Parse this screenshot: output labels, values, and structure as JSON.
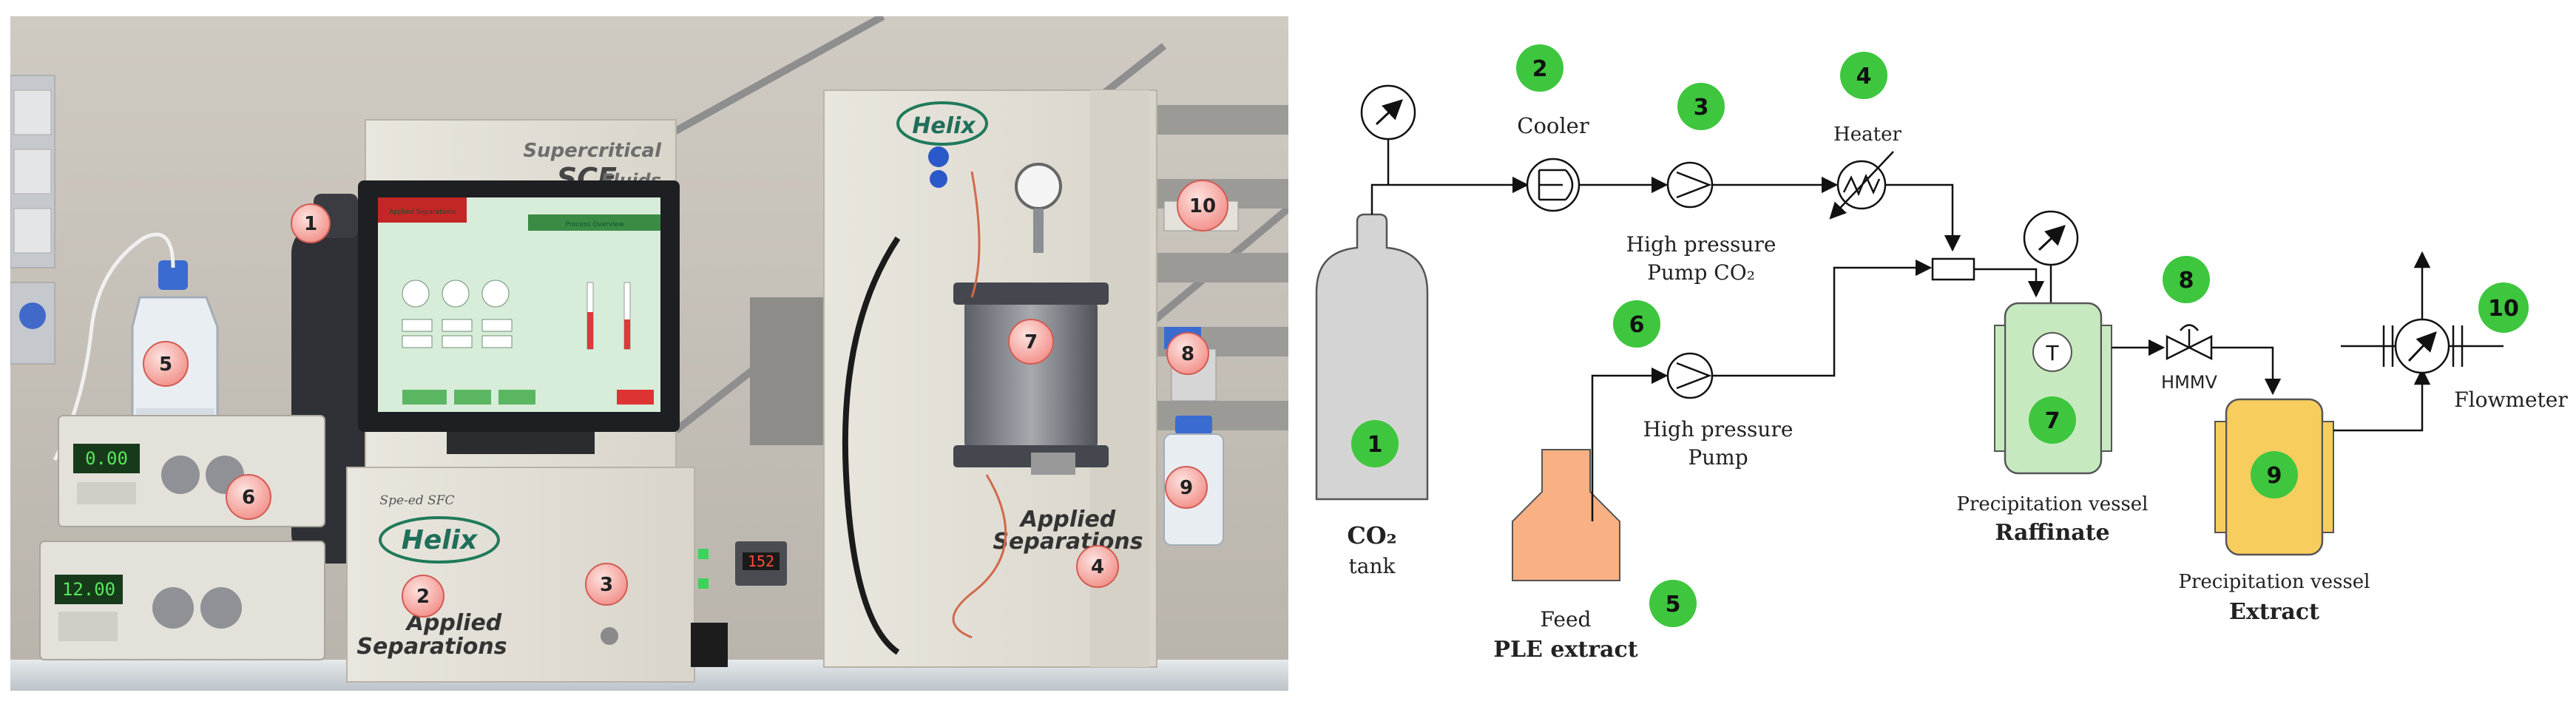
{
  "photo": {
    "markers": [
      {
        "id": "1",
        "label": "1"
      },
      {
        "id": "2",
        "label": "2"
      },
      {
        "id": "3",
        "label": "3"
      },
      {
        "id": "4",
        "label": "4"
      },
      {
        "id": "5",
        "label": "5"
      },
      {
        "id": "6",
        "label": "6"
      },
      {
        "id": "7",
        "label": "7"
      },
      {
        "id": "8",
        "label": "8"
      },
      {
        "id": "9",
        "label": "9"
      },
      {
        "id": "10",
        "label": "10"
      }
    ],
    "scf_top": "Supercritical",
    "scf_logo": "SCF",
    "scf_bottom": "Fluids",
    "screen_title": "Process Overview",
    "screen_brand": "Applied Separations",
    "helix_cabinet_small": "Spe-ed SFC",
    "helix_logo": "Helix",
    "applied_line1": "Applied",
    "applied_line2": "Separations",
    "pump_display_1": "0.00",
    "pump_display_2": "12.00",
    "temp_display": "152"
  },
  "schematic": {
    "co2_label": "CO₂",
    "co2_sub": "tank",
    "cooler": "Cooler",
    "hp_pump_co2_1": "High pressure",
    "hp_pump_co2_2": "Pump CO₂",
    "heater": "Heater",
    "hp_pump_1": "High pressure",
    "hp_pump_2": "Pump",
    "feed": "Feed",
    "ple_extract": "PLE extract",
    "precip_raff": "Precipitation vessel",
    "raffinate": "Raffinate",
    "temp_symbol": "T",
    "hmmv": "HMMV",
    "precip_ext": "Precipitation vessel",
    "extract": "Extract",
    "flowmeter": "Flowmeter",
    "numbers": {
      "n1": "1",
      "n2": "2",
      "n3": "3",
      "n4": "4",
      "n5": "5",
      "n6": "6",
      "n7": "7",
      "n8": "8",
      "n9": "9",
      "n10": "10"
    }
  },
  "colors": {
    "marker_green": "#3ec63e",
    "marker_red": "#f7a7a2",
    "feed_orange": "#f9b184",
    "vessel_green": "#c7e9c0",
    "vessel_yellow": "#f7cd5e",
    "tank_gray": "#d4d4d4"
  }
}
